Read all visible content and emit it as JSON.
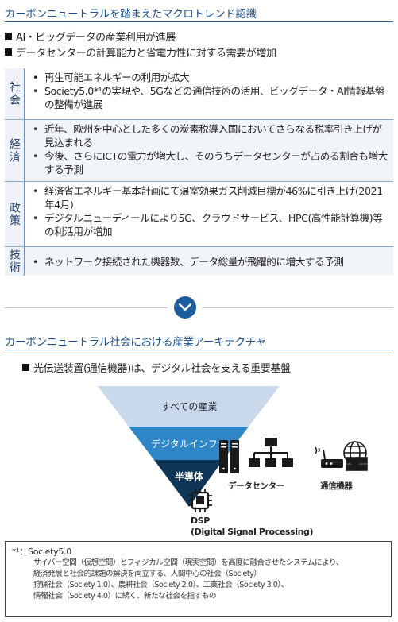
{
  "section1": {
    "title": "カーボンニュートラルを踏まえたマクロトレンド認識",
    "bullets": [
      "AI・ビッグデータの産業利用が進展",
      "データセンターの計算能力と省電力性に対する需要が増加"
    ],
    "rows": [
      {
        "category": "社会",
        "items": [
          "再生可能エネルギーの利用が拡大",
          "Society5.0*¹の実現や、5Gなどの通信技術の活用、ビッグデータ・AI情報基盤の整備が進展"
        ]
      },
      {
        "category": "経済",
        "items": [
          "近年、欧州を中心とした多くの炭素税導入国においてさらなる税率引き上げが見込まれる",
          "今後、さらにICTの電力が増大し、そのうちデータセンターが占める割合も増大する予測"
        ]
      },
      {
        "category": "政策",
        "items": [
          "経済省エネルギー基本計画にて温室効果ガス削減目標が46%に引き上げ(2021年4月)",
          "デジタルニューディールにより5G、クラウドサービス、HPC(高性能計算機)等の利活用が増加"
        ]
      },
      {
        "category": "技術",
        "items": [
          "ネットワーク接続された機器数、データ総量が飛躍的に増大する予測"
        ]
      }
    ]
  },
  "section2": {
    "title": "カーボンニュートラル社会における産業アーキテクチャ",
    "bullet": "光伝送装置(通信機器)は、デジタル社会を支える重要基盤",
    "pyramid": {
      "layers": [
        "すべての産業",
        "デジタルインフラ",
        "半導体"
      ],
      "colors": [
        "#c9d8ea",
        "#2f86c6",
        "#0f3656"
      ]
    },
    "labels": {
      "datacenter": "データセンター",
      "comm": "通信機器",
      "dsp_title": "DSP",
      "dsp_sub": "(Digital Signal Processing)"
    }
  },
  "footnote": {
    "head": "*¹：Society5.0",
    "lines": [
      "サイバー空間（仮想空間）とフィジカル空間（現実空間）を高度に融合させたシステムにより、",
      "経済発展と社会的課題の解決を両立する、人間中心の社会（Society）",
      "狩猟社会（Society 1.0）、農耕社会（Society 2.0）、工業社会（Society 3.0）、",
      "情報社会（Society 4.0）に続く、新たな社会を指すもの"
    ]
  }
}
